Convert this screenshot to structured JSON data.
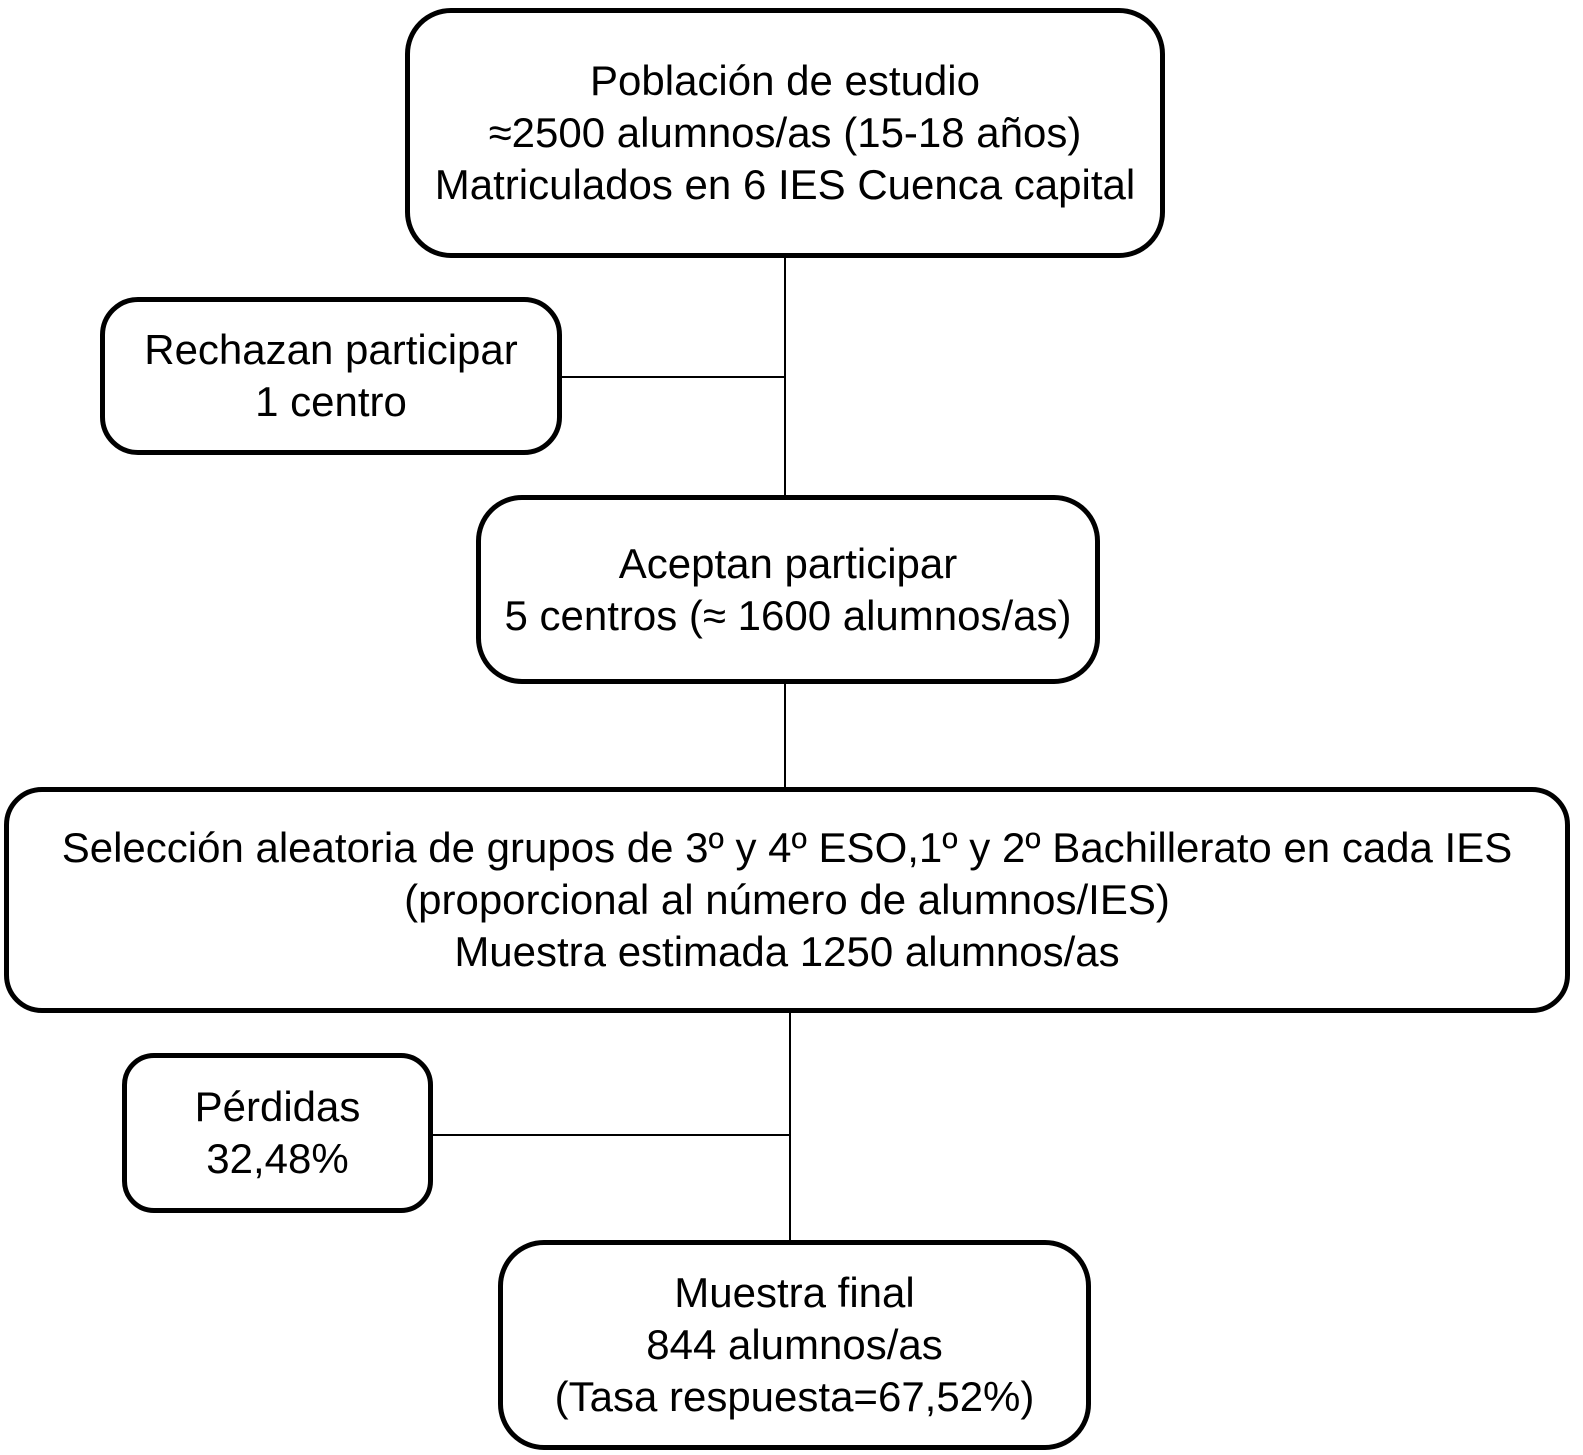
{
  "diagram": {
    "type": "flowchart",
    "language": "es",
    "colors": {
      "background": "#ffffff",
      "node_fill": "#ffffff",
      "node_border": "#000000",
      "text": "#000000",
      "connector": "#000000"
    },
    "nodes": {
      "poblacion": {
        "lines": [
          "Población de estudio",
          "≈2500 alumnos/as (15-18 años)",
          "Matriculados en 6 IES Cuenca capital"
        ]
      },
      "rechazan": {
        "lines": [
          "Rechazan participar",
          "1 centro"
        ]
      },
      "aceptan": {
        "lines": [
          "Aceptan participar",
          "5 centros (≈ 1600 alumnos/as)"
        ]
      },
      "seleccion": {
        "lines": [
          "Selección aleatoria de grupos de 3º y 4º ESO,1º y 2º Bachillerato en cada IES",
          "(proporcional al número de alumnos/IES)",
          "Muestra estimada 1250 alumnos/as"
        ]
      },
      "perdidas": {
        "lines": [
          "Pérdidas",
          "32,48%"
        ]
      },
      "final": {
        "lines": [
          "Muestra final",
          "844 alumnos/as",
          "(Tasa respuesta=67,52%)"
        ]
      }
    },
    "edges": [
      {
        "from": "poblacion",
        "to": "aceptan",
        "style": "vertical-line"
      },
      {
        "from": "rechazan",
        "to": "poblacion-aceptan-trunk",
        "style": "horizontal-branch"
      },
      {
        "from": "aceptan",
        "to": "seleccion",
        "style": "vertical-line"
      },
      {
        "from": "seleccion",
        "to": "final",
        "style": "vertical-line"
      },
      {
        "from": "perdidas",
        "to": "seleccion-final-trunk",
        "style": "horizontal-branch"
      }
    ]
  }
}
